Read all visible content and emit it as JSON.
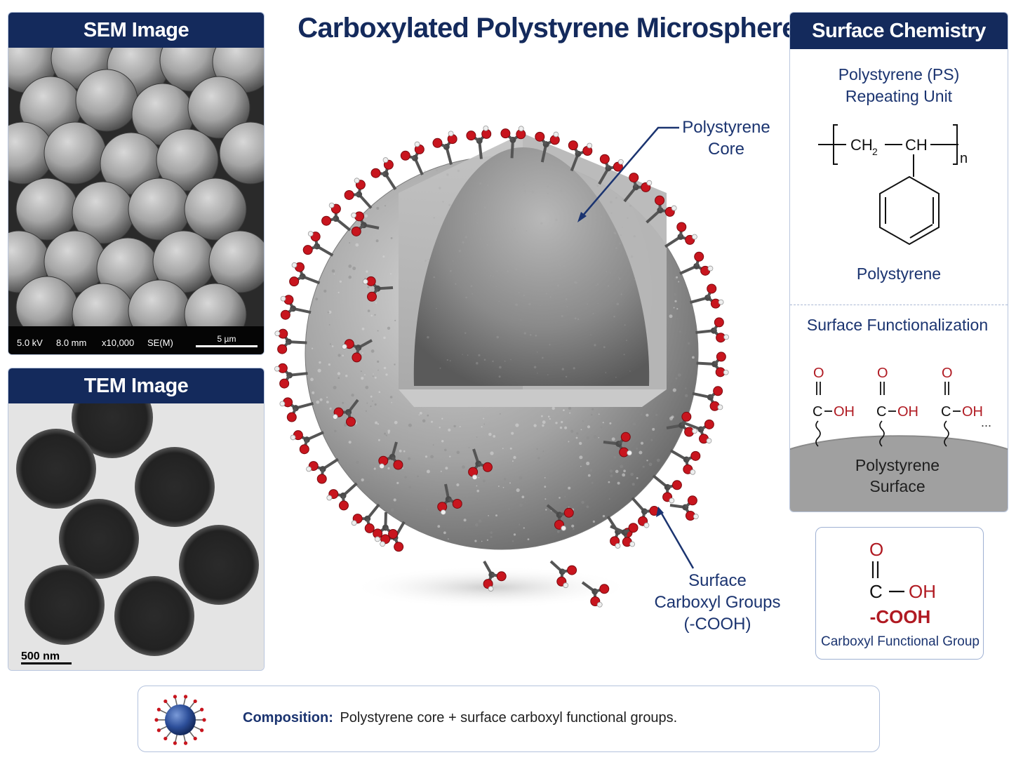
{
  "title": "Carboxylated Polystyrene Microsphere",
  "sem": {
    "header": "SEM Image",
    "voltage": "5.0 kV",
    "distance": "8.0 mm",
    "magnification": "x10,000",
    "mode": "SE(M)",
    "scale": "5 µm"
  },
  "tem": {
    "header": "TEM Image",
    "scale": "500 nm"
  },
  "center": {
    "core_label_1": "Polystyrene",
    "core_label_2": "Core",
    "groups_label_1": "Surface",
    "groups_label_2": "Carboxyl Groups",
    "groups_label_3": "(-COOH)"
  },
  "chemistry": {
    "header": "Surface Chemistry",
    "repeat_title_1": "Polystyrene (PS)",
    "repeat_title_2": "Repeating Unit",
    "ch2": "CH",
    "ch2_sub": "2",
    "ch": "CH",
    "n": "n",
    "polystyrene_label": "Polystyrene",
    "functionalization_title": "Surface Functionalization",
    "o": "O",
    "c_oh": "C",
    "oh": "OH",
    "ellipsis": "...",
    "surface_label_1": "Polystyrene",
    "surface_label_2": "Surface"
  },
  "carboxyl_box": {
    "o": "O",
    "c": "C",
    "oh": "OH",
    "formula": "-COOH",
    "caption": "Carboxyl Functional Group"
  },
  "composition": {
    "label": "Composition:",
    "text": "Polystyrene core + surface carboxyl functional groups."
  },
  "colors": {
    "navy": "#142a5c",
    "accent_red": "#b01a22",
    "oxygen_red": "#c8151e"
  }
}
